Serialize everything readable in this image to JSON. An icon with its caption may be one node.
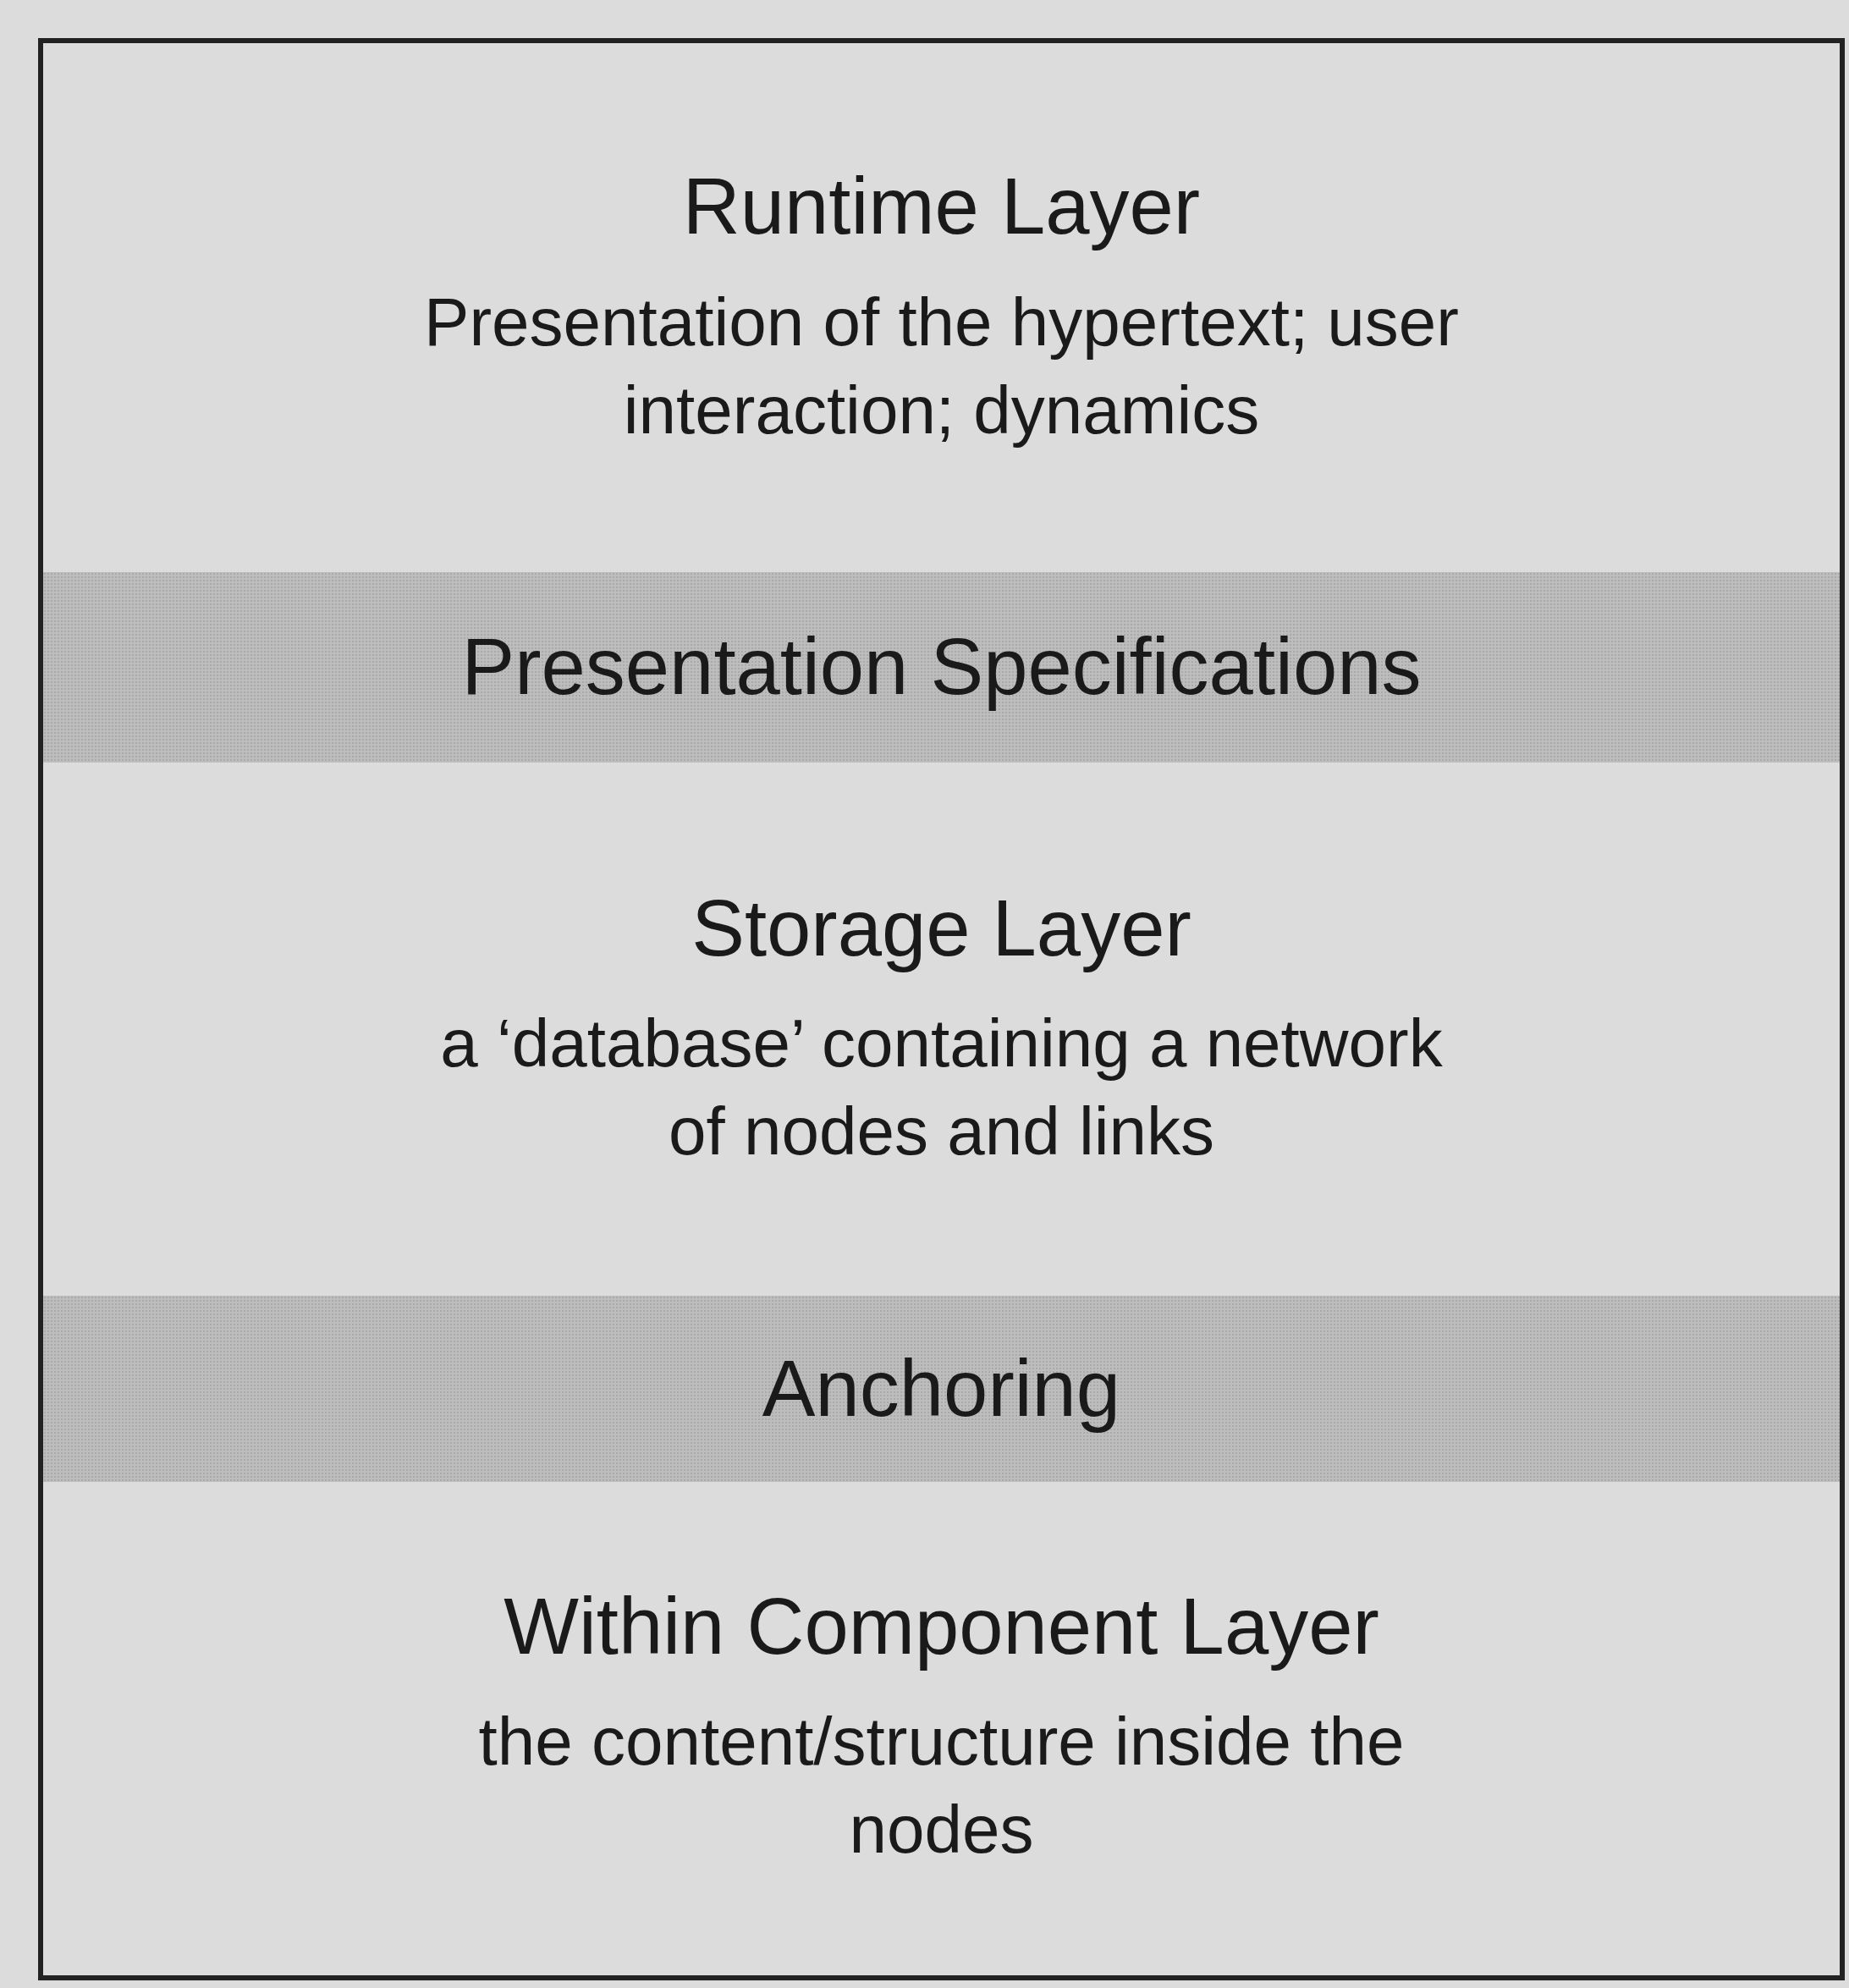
{
  "diagram": {
    "nodes": [
      {
        "text": [],
        "shape": "box"
      },
      {
        "text": [
          "Runtime Layer",
          "Presentation of the hypertext; user interaction; dynamics"
        ],
        "in": 0
      },
      {
        "text": [
          "Presentation Specifications"
        ],
        "in": 0
      },
      {
        "text": [
          "Storage Layer",
          "a ‘database’  containing a network of nodes and links"
        ],
        "in": 0
      },
      {
        "text": [
          "Anchoring"
        ],
        "in": 0
      },
      {
        "text": [
          "Within Component Layer",
          "the content/structure inside the nodes"
        ],
        "in": 0
      }
    ]
  }
}
